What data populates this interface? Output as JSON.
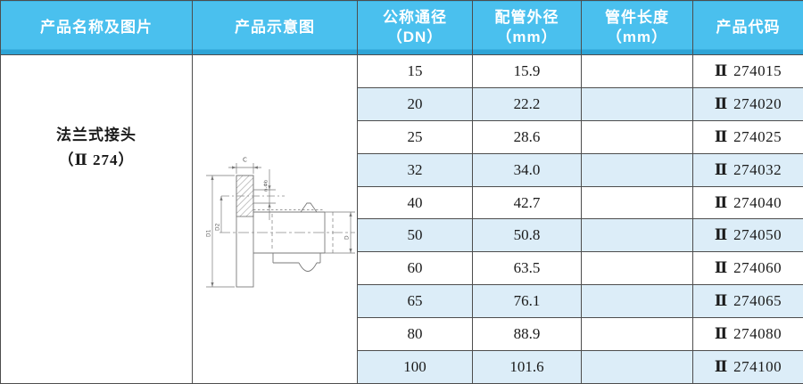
{
  "header": {
    "product_col": "产品名称及图片",
    "diagram_col": "产品示意图",
    "dn_col_line1": "公称通径",
    "dn_col_line2": "（DN）",
    "od_col_line1": "配管外径",
    "od_col_line2": "（mm）",
    "len_col_line1": "管件长度",
    "len_col_line2": "（mm）",
    "code_col": "产品代码"
  },
  "product": {
    "name": "法兰式接头",
    "model": "（Ⅱ 274）"
  },
  "rows": [
    {
      "dn": "15",
      "od": "15.9",
      "length": "",
      "code_roman": "Ⅱ",
      "code_number": "274015"
    },
    {
      "dn": "20",
      "od": "22.2",
      "length": "",
      "code_roman": "Ⅱ",
      "code_number": "274020"
    },
    {
      "dn": "25",
      "od": "28.6",
      "length": "",
      "code_roman": "Ⅱ",
      "code_number": "274025"
    },
    {
      "dn": "32",
      "od": "34.0",
      "length": "",
      "code_roman": "Ⅱ",
      "code_number": "274032"
    },
    {
      "dn": "40",
      "od": "42.7",
      "length": "",
      "code_roman": "Ⅱ",
      "code_number": "274040"
    },
    {
      "dn": "50",
      "od": "50.8",
      "length": "",
      "code_roman": "Ⅱ",
      "code_number": "274050"
    },
    {
      "dn": "60",
      "od": "63.5",
      "length": "",
      "code_roman": "Ⅱ",
      "code_number": "274060"
    },
    {
      "dn": "65",
      "od": "76.1",
      "length": "",
      "code_roman": "Ⅱ",
      "code_number": "274065"
    },
    {
      "dn": "80",
      "od": "88.9",
      "length": "",
      "code_roman": "Ⅱ",
      "code_number": "274080"
    },
    {
      "dn": "100",
      "od": "101.6",
      "length": "",
      "code_roman": "Ⅱ",
      "code_number": "274100"
    }
  ],
  "diagram": {
    "labels": {
      "flange_thickness": "C",
      "bolt_holes": "n-Φb",
      "flange_od": "D1",
      "bolt_circle": "D2",
      "pipe_od": "D"
    }
  },
  "colors": {
    "header_bg": "#4ac0ee",
    "header_bg_dark": "#2ea4d6",
    "row_alt_bg": "#dcedf8",
    "grid_border": "#4d4d4d",
    "text": "#1a1a1a",
    "header_text": "#ffffff"
  }
}
